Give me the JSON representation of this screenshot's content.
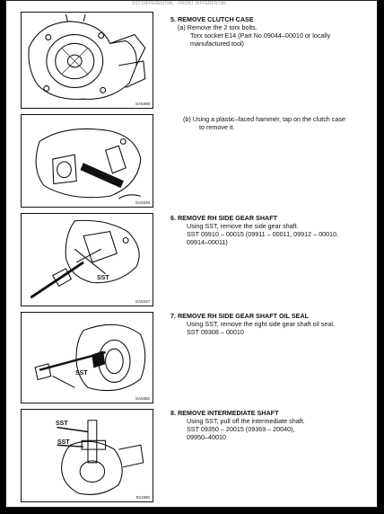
{
  "header": {
    "running_text": "SST DIFFERENTIAL – FRONT DIFFERENTIAL"
  },
  "steps": {
    "s5": {
      "title": "5. REMOVE CLUTCH CASE",
      "a_line1": "(a) Remove the 2 torx bolts.",
      "a_line2": "Torx socket E14 (Part No.09044–00010 or locally",
      "a_line3": "manufactured tool)",
      "b_line1": "(b) Using a plastic–faced hammer, tap on the clutch case",
      "b_line2": "to remove it."
    },
    "s6": {
      "title": "6. REMOVE RH SIDE GEAR SHAFT",
      "line1": "Using SST, remove the side gear shaft.",
      "line2": "SST 09910 – 00015 (09911 – 00011, 09912 – 00010,",
      "line3": "09914–00011)"
    },
    "s7": {
      "title": "7. REMOVE RH SIDE GEAR SHAFT OIL SEAL",
      "line1": "Using SST, remove the right side gear shaft oil seal.",
      "line2": "SST 09308 – 00010"
    },
    "s8": {
      "title": "8. REMOVE INTERMEDIATE SHAFT",
      "line1": "Using SST, pull off the intermediate shaft.",
      "line2": "SST 09350 – 20015 (09369 – 20040),",
      "line3": "09950–40010"
    }
  },
  "figures": {
    "f1": {
      "code": "SA0388"
    },
    "f2": {
      "code": "SA0349"
    },
    "f3": {
      "code": "SA0337",
      "sst": "SST"
    },
    "f4": {
      "code": "SA0350",
      "sst": "SST"
    },
    "f5": {
      "code": "R11990",
      "sst1": "SST",
      "sst2": "SST"
    }
  }
}
